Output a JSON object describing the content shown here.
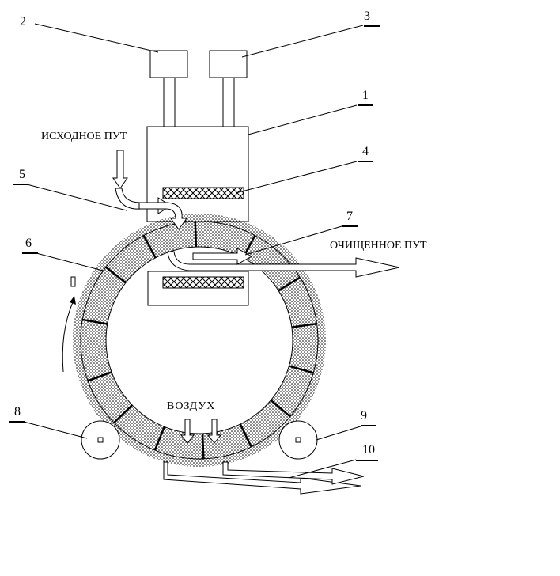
{
  "numbers": {
    "n1": "1",
    "n2": "2",
    "n3": "3",
    "n4": "4",
    "n5": "5",
    "n6": "6",
    "n7": "7",
    "n8": "8",
    "n9": "9",
    "n10": "10"
  },
  "text": {
    "inlet": "ИСХОДНОЕ ПУТ",
    "outlet": "ОЧИЩЕННОЕ ПУТ",
    "air": "ВОЗДУХ"
  },
  "colors": {
    "line": "#000000",
    "background": "#ffffff"
  }
}
